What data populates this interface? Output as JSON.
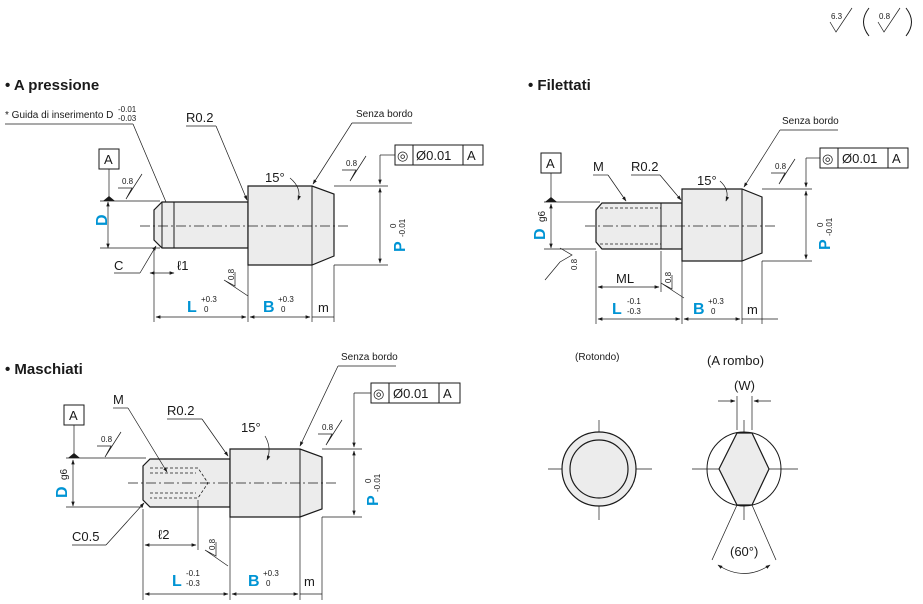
{
  "header": {
    "rough_main": "6.3",
    "rough_paren": "0.8"
  },
  "sections": {
    "a_pressione": {
      "title": "• A pressione",
      "guide_note": "* Guida di inserimento D",
      "guide_tol_up": "-0.01",
      "guide_tol_low": "-0.03",
      "datum": "A",
      "radius": "R0.2",
      "no_edge": "Senza bordo",
      "angle": "15°",
      "rough": "0.8",
      "tolerance": {
        "symbol": "◎",
        "value": "Ø0.01",
        "datum": "A"
      },
      "dim_D": "D",
      "dim_C": "C",
      "dim_l": "ℓ1",
      "dim_L": "L",
      "tol_L_up": "+0.3",
      "tol_L_low": "0",
      "dim_B": "B",
      "tol_B_up": "+0.3",
      "tol_B_low": "0",
      "dim_m": "m",
      "dim_P": "P",
      "tol_P_up": "0",
      "tol_P_low": "-0.01"
    },
    "filettati": {
      "title": "• Filettati",
      "no_edge": "Senza bordo",
      "datum": "A",
      "thread": "M",
      "radius": "R0.2",
      "angle": "15°",
      "rough": "0.8",
      "tolerance": {
        "symbol": "◎",
        "value": "Ø0.01",
        "datum": "A"
      },
      "dim_D": "D",
      "dim_D_sub": "g6",
      "dim_ML": "ML",
      "dim_L": "L",
      "tol_L_up": "-0.1",
      "tol_L_low": "-0.3",
      "dim_B": "B",
      "tol_B_up": "+0.3",
      "tol_B_low": "0",
      "dim_m": "m",
      "dim_P": "P",
      "tol_P_up": "0",
      "tol_P_low": "-0.01"
    },
    "maschiati": {
      "title": "• Maschiati",
      "no_edge": "Senza bordo",
      "datum": "A",
      "thread": "M",
      "radius": "R0.2",
      "angle": "15°",
      "rough": "0.8",
      "tolerance": {
        "symbol": "◎",
        "value": "Ø0.01",
        "datum": "A"
      },
      "dim_D": "D",
      "dim_D_sub": "g6",
      "chamfer": "C0.5",
      "dim_l": "ℓ2",
      "dim_L": "L",
      "tol_L_up": "-0.1",
      "tol_L_low": "-0.3",
      "dim_B": "B",
      "tol_B_up": "+0.3",
      "tol_B_low": "0",
      "dim_m": "m",
      "dim_P": "P",
      "tol_P_up": "0",
      "tol_P_low": "-0.01"
    },
    "views": {
      "round_label": "(Rotondo)",
      "diamond_label": "(A rombo)",
      "width_label": "(W)",
      "angle_label": "(60°)"
    }
  }
}
